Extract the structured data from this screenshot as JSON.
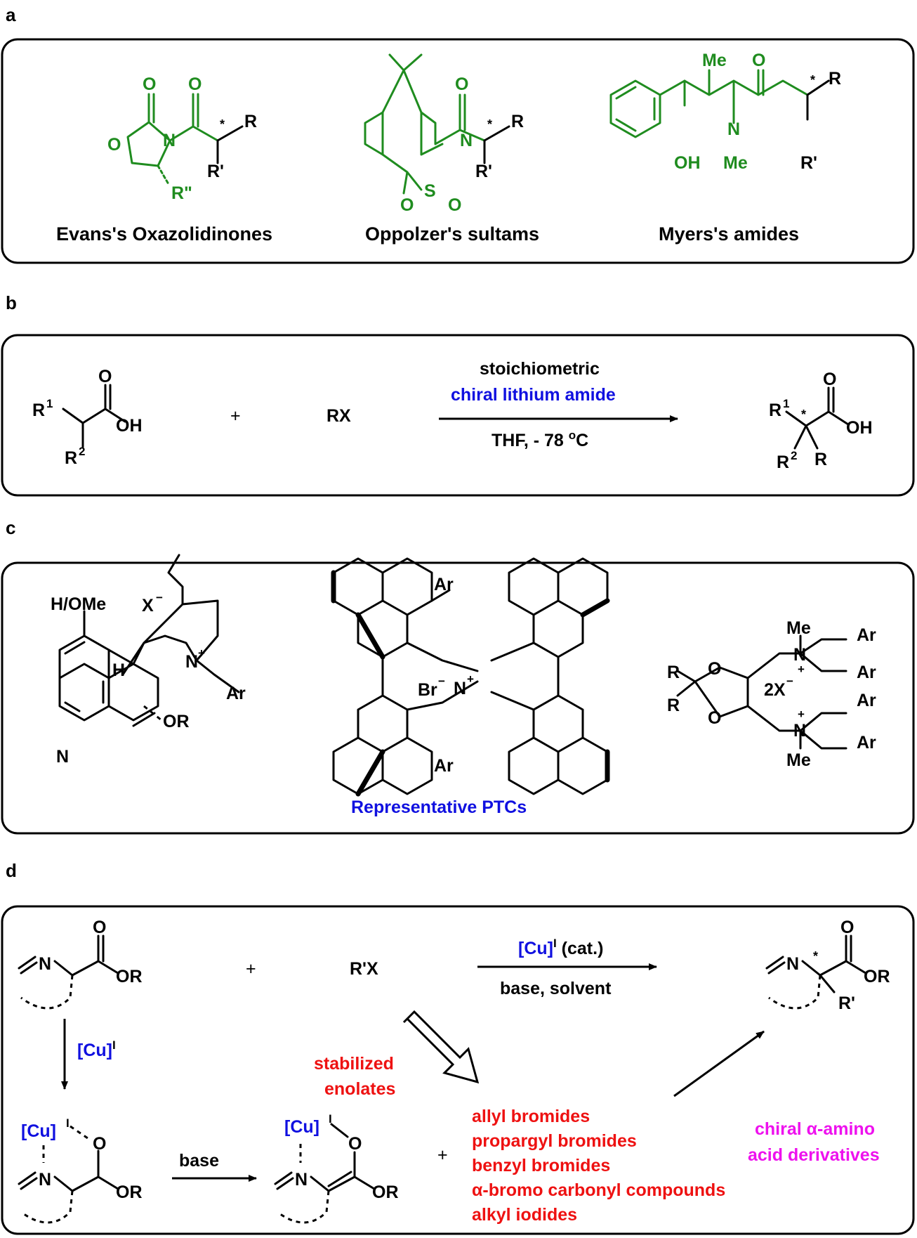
{
  "panels": {
    "a": {
      "letter": "a",
      "captions": [
        "Evans's Oxazolidinones",
        "Oppolzer's sultams",
        "Myers's amides"
      ]
    },
    "b": {
      "letter": "b",
      "plus": "+",
      "reagent": "RX",
      "arrow_top": "stoichiometric",
      "arrow_mid": "chiral lithium amide",
      "arrow_bottom_prefix": "THF, - 78 ",
      "arrow_bottom_sup": "o",
      "arrow_bottom_suffix": "C"
    },
    "c": {
      "letter": "c",
      "caption": "Representative PTCs"
    },
    "d": {
      "letter": "d",
      "plus": "+",
      "reagent": "R'X",
      "arrow_cat": "[Cu]",
      "arrow_cat_sup": "I",
      "arrow_cat_rest": " (cat.)",
      "arrow_conditions": "base, solvent",
      "down_arrow_cat": "[Cu]",
      "down_arrow_sup": "I",
      "base_label": "base",
      "enolate_label": [
        "stabilized",
        "enolates"
      ],
      "electrophiles": [
        "allyl bromides",
        "propargyl bromides",
        "benzyl bromides",
        "α-bromo carbonyl compounds",
        "alkyl iodides"
      ],
      "product_label": [
        "chiral α-amino",
        "acid derivatives"
      ]
    }
  },
  "colors": {
    "auxiliary_green": "#1f8c1f",
    "highlight_blue": "#1010e0",
    "highlight_red": "#ee1111",
    "highlight_magenta": "#ee11ee"
  }
}
